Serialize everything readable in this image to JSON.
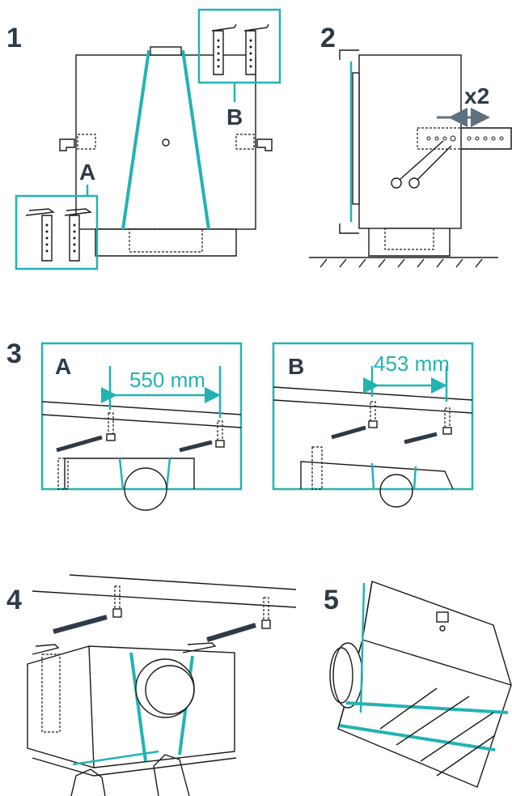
{
  "steps": {
    "s1": "1",
    "s2": "2",
    "s3": "3",
    "s4": "4",
    "s5": "5"
  },
  "bracket_labels": {
    "a_step1": "A",
    "b_step1": "B",
    "a_step3": "A",
    "b_step3": "B"
  },
  "multiplier": "x2",
  "dimensions": {
    "a_spacing": "550 mm",
    "b_spacing": "453 mm"
  },
  "colors": {
    "accent": "#22b3b3",
    "text": "#2e3a47",
    "line": "#1a1a1a"
  }
}
